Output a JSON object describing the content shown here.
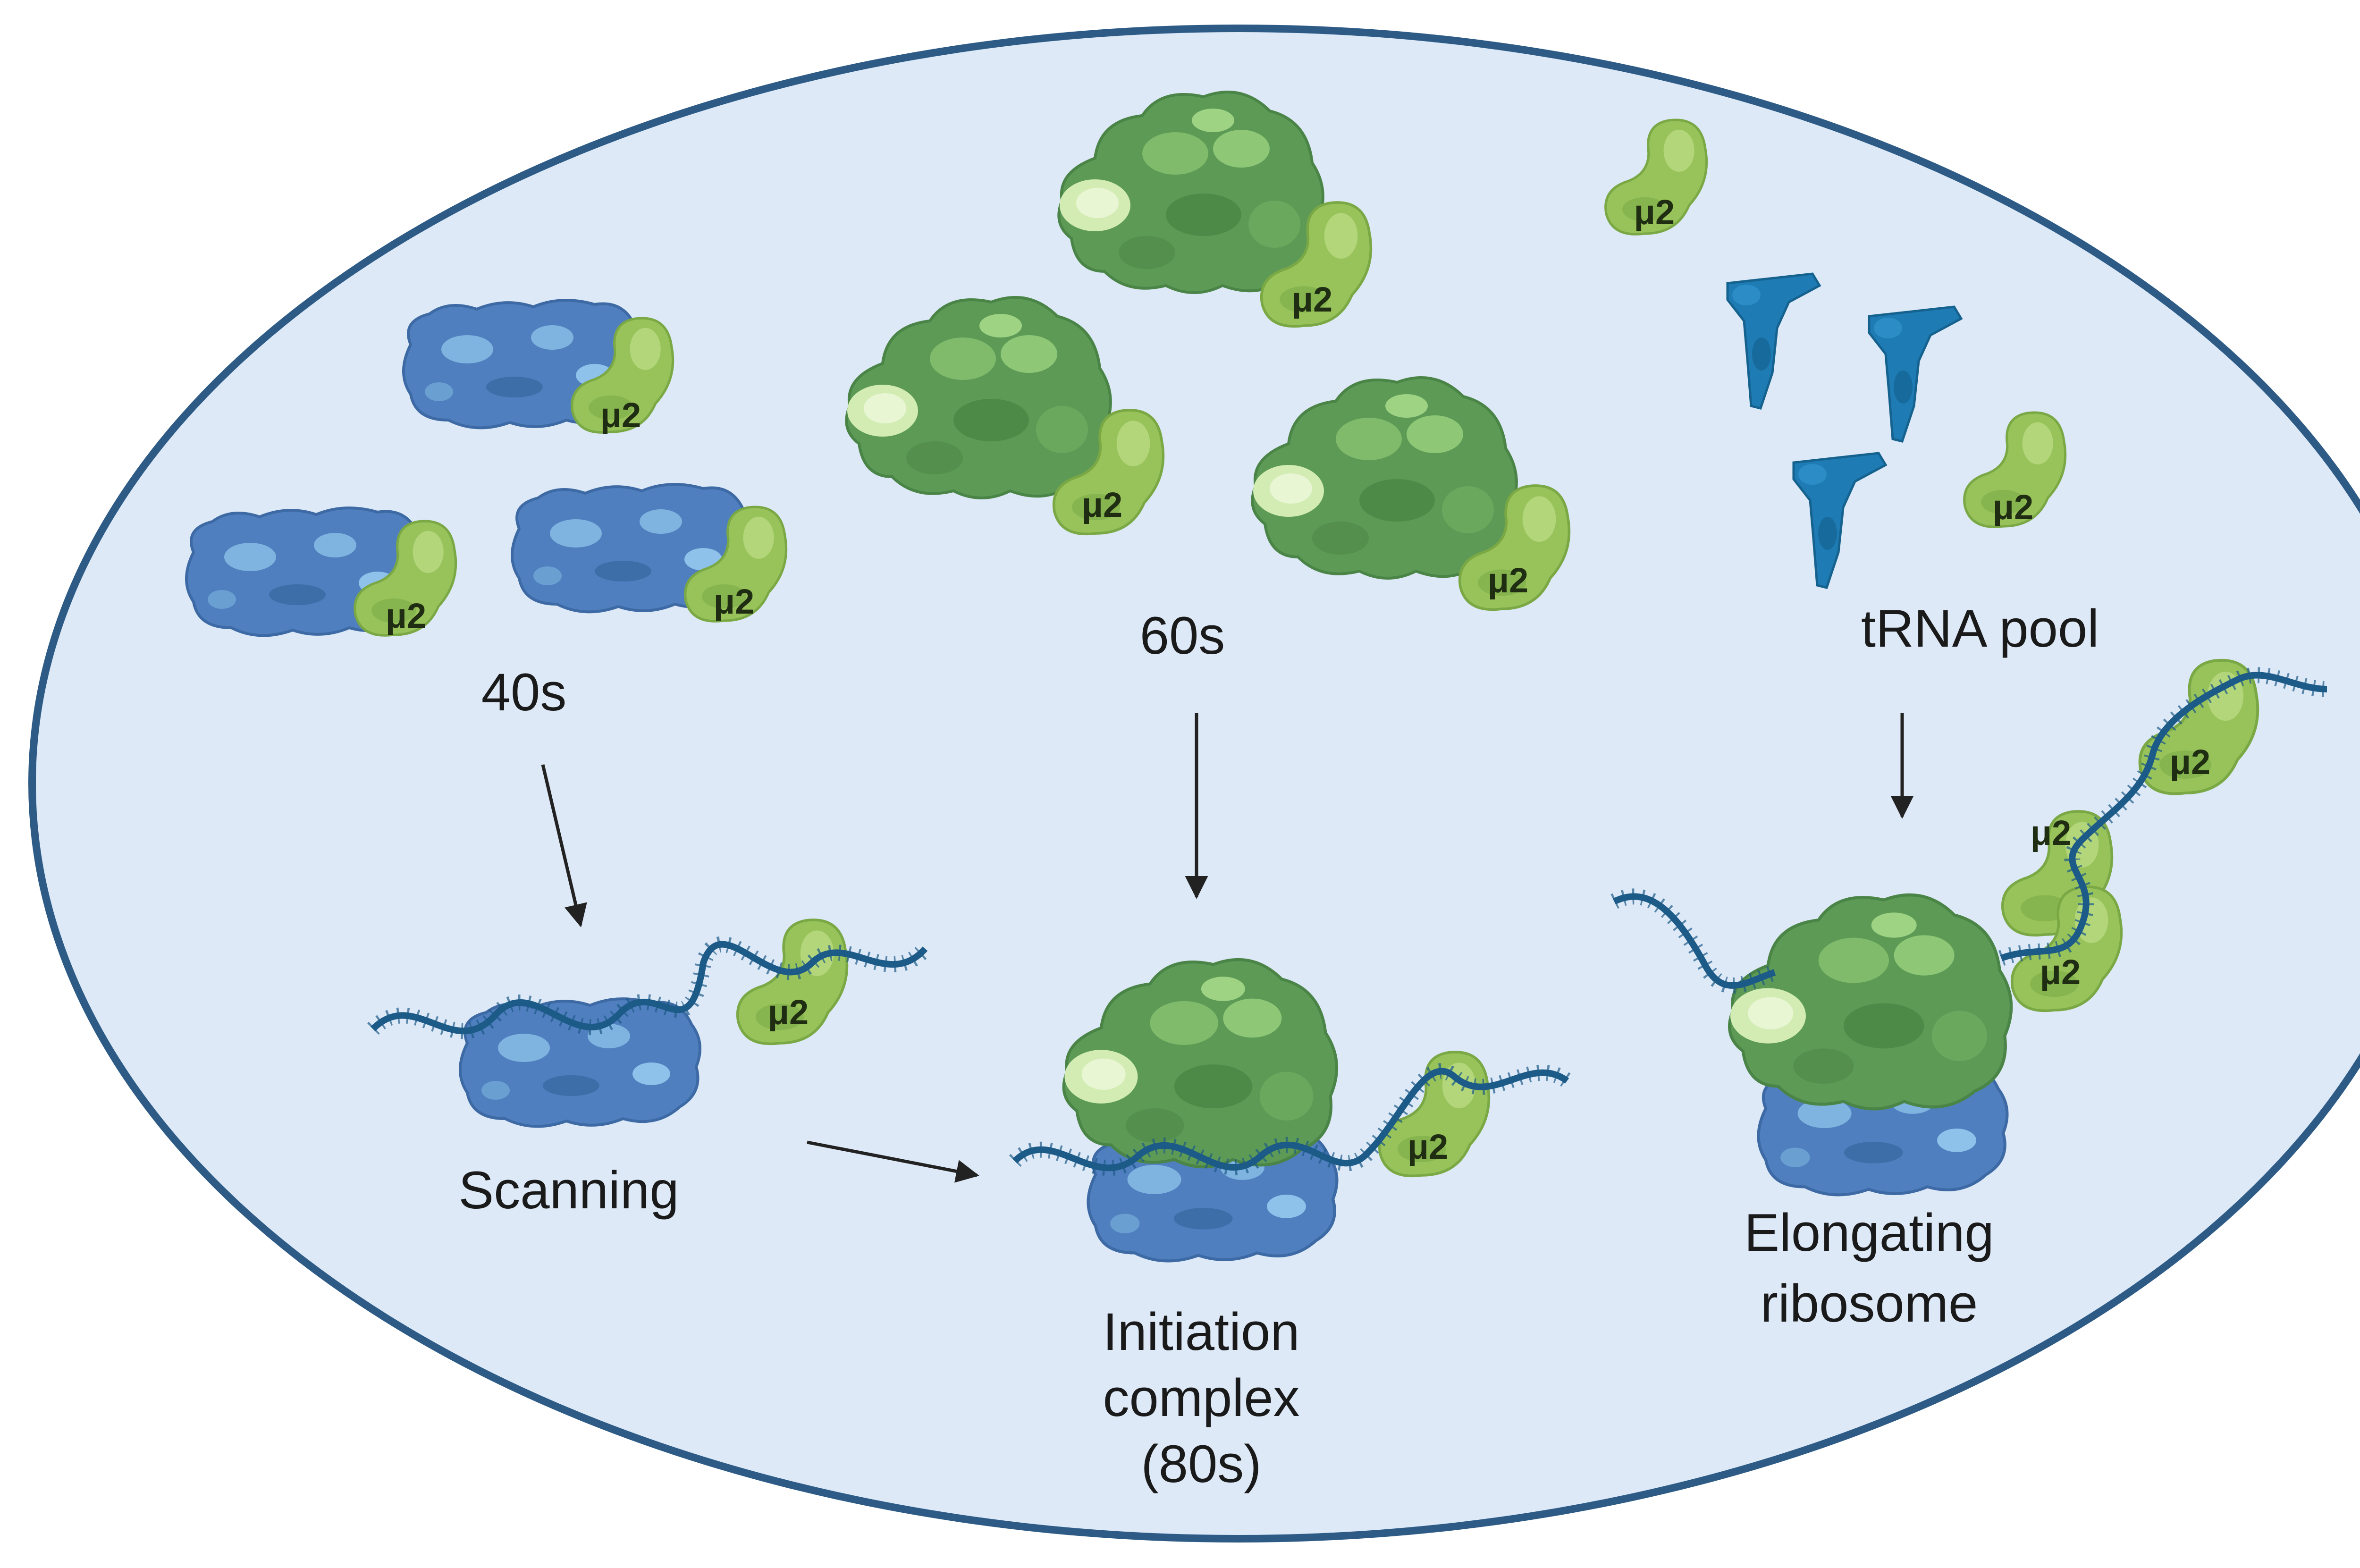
{
  "labels": {
    "s40": "40s",
    "s60": "60s",
    "trna_pool": "tRNA pool",
    "scanning": "Scanning",
    "initiation_1": "Initiation",
    "initiation_2": "complex",
    "initiation_3": "(80s)",
    "elongating_1": "Elongating",
    "elongating_2": "ribosome"
  },
  "mu_label": "μ2",
  "colors": {
    "background": "#ffffff",
    "cell_fill": "#dde9f7",
    "cell_stroke": "#2d5b86",
    "subunit_40s": "#4f7fbe",
    "subunit_40s_light": "#7fb4e0",
    "subunit_60s": "#5c9a56",
    "subunit_60s_light": "#b9dda0",
    "mu2_protein": "#98c35a",
    "trna": "#1e7bb3",
    "mrna": "#1c5a87",
    "arrow": "#222222"
  }
}
